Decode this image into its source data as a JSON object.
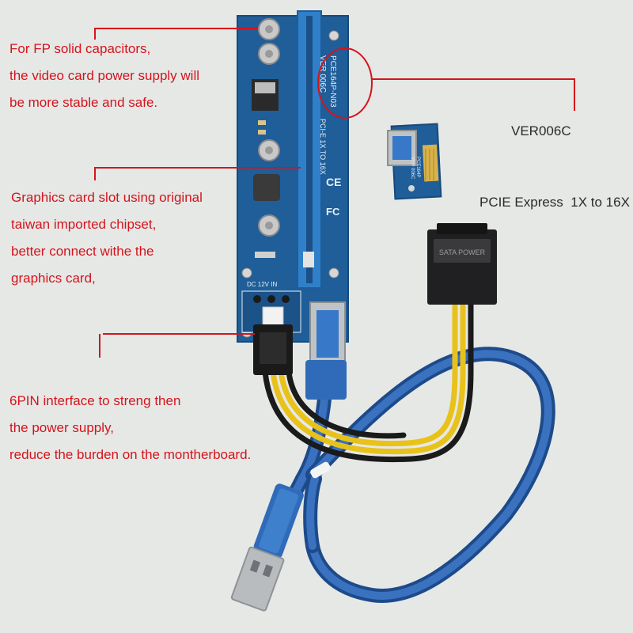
{
  "annotations": {
    "capacitors": [
      "For FP solid capacitors,",
      "the video card power supply will",
      "be more stable and safe."
    ],
    "version": [
      "VER006C",
      "PCIE Express  1X to 16X"
    ],
    "slot": [
      "Graphics card slot using original",
      "taiwan imported chipset,",
      "better connect withe the",
      "graphics card,"
    ],
    "power": [
      "6PIN interface to streng then",
      "the power supply,",
      "reduce the burden on the montherboard."
    ]
  },
  "board_markings": {
    "model": "PCE164P-N03",
    "version": "VER 006C",
    "small_model": "PCE164P",
    "small_version": "VER 006C",
    "slot_label": "PCI-E 1X TO 16X",
    "power_label": "DC 12V IN",
    "ce": "CE",
    "fc": "FC",
    "sata_label": "SATA POWER"
  },
  "colors": {
    "background": "#e6e8e6",
    "pcb": "#1f5e98",
    "slot": "#2f80c8",
    "cable": "#2a5fa8",
    "annotation": "#d4141c",
    "connector_gold": "#d9b24a"
  }
}
